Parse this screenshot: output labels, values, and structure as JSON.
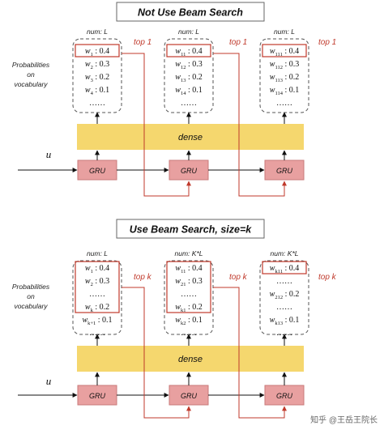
{
  "panels": [
    {
      "title": "Not Use Beam Search",
      "side_label": [
        "Probabilities",
        "on",
        "vocabulary"
      ],
      "input_label": "u",
      "dense_label": "dense",
      "gru_label": "GRU",
      "top_label": "top 1",
      "columns": [
        {
          "num": "num: L",
          "items": [
            {
              "w": "w",
              "sub": "1",
              "val": ": 0.4",
              "highlight": true
            },
            {
              "w": "w",
              "sub": "2",
              "val": ": 0.3",
              "highlight": false
            },
            {
              "w": "w",
              "sub": "3",
              "val": ": 0.2",
              "highlight": false
            },
            {
              "w": "w",
              "sub": "4",
              "val": ": 0.1",
              "highlight": false
            },
            {
              "w": "",
              "sub": "",
              "val": "……",
              "highlight": false
            }
          ]
        },
        {
          "num": "num: L",
          "items": [
            {
              "w": "w",
              "sub": "11",
              "val": ": 0.4",
              "highlight": true
            },
            {
              "w": "w",
              "sub": "12",
              "val": ": 0.3",
              "highlight": false
            },
            {
              "w": "w",
              "sub": "13",
              "val": ": 0.2",
              "highlight": false
            },
            {
              "w": "w",
              "sub": "14",
              "val": ": 0.1",
              "highlight": false
            },
            {
              "w": "",
              "sub": "",
              "val": "……",
              "highlight": false
            }
          ]
        },
        {
          "num": "num: L",
          "items": [
            {
              "w": "w",
              "sub": "111",
              "val": ": 0.4",
              "highlight": true
            },
            {
              "w": "w",
              "sub": "112",
              "val": ": 0.3",
              "highlight": false
            },
            {
              "w": "w",
              "sub": "113",
              "val": ": 0.2",
              "highlight": false
            },
            {
              "w": "w",
              "sub": "114",
              "val": ": 0.1",
              "highlight": false
            },
            {
              "w": "",
              "sub": "",
              "val": "……",
              "highlight": false
            }
          ]
        }
      ]
    },
    {
      "title": "Use Beam Search, size=k",
      "side_label": [
        "Probabilities",
        "on",
        "vocabulary"
      ],
      "input_label": "u",
      "dense_label": "dense",
      "gru_label": "GRU",
      "top_label": "top k",
      "columns": [
        {
          "num": "num: L",
          "items": [
            {
              "w": "w",
              "sub": "1",
              "val": ": 0.4",
              "highlight": true
            },
            {
              "w": "w",
              "sub": "2",
              "val": ": 0.3",
              "highlight": true
            },
            {
              "w": "",
              "sub": "",
              "val": "……",
              "highlight": true
            },
            {
              "w": "w",
              "sub": "k",
              "val": ": 0.2",
              "highlight": true
            },
            {
              "w": "w",
              "sub": "k+1",
              "val": ": 0.1",
              "highlight": false
            },
            {
              "w": "",
              "sub": "",
              "val": "……",
              "highlight": false
            }
          ]
        },
        {
          "num": "num: K*L",
          "items": [
            {
              "w": "w",
              "sub": "11",
              "val": ": 0.4",
              "highlight": true
            },
            {
              "w": "w",
              "sub": "21",
              "val": ": 0.3",
              "highlight": true
            },
            {
              "w": "",
              "sub": "",
              "val": "……",
              "highlight": true
            },
            {
              "w": "w",
              "sub": "k1",
              "val": ": 0.2",
              "highlight": true
            },
            {
              "w": "w",
              "sub": "k2",
              "val": ": 0.1",
              "highlight": false
            },
            {
              "w": "",
              "sub": "",
              "val": "……",
              "highlight": false
            }
          ]
        },
        {
          "num": "num: K*L",
          "items": [
            {
              "w": "w",
              "sub": "k11",
              "val": ": 0.4",
              "highlight": true
            },
            {
              "w": "",
              "sub": "",
              "val": "……",
              "highlight": false
            },
            {
              "w": "w",
              "sub": "212",
              "val": ": 0.2",
              "highlight": false
            },
            {
              "w": "",
              "sub": "",
              "val": "……",
              "highlight": false
            },
            {
              "w": "w",
              "sub": "k13",
              "val": ": 0.1",
              "highlight": false
            },
            {
              "w": "",
              "sub": "",
              "val": "……",
              "highlight": false
            }
          ]
        }
      ]
    }
  ],
  "watermark": "知乎 @王岳王院长",
  "colors": {
    "dense": "#f5d76e",
    "gru": "#e8a0a0",
    "gru_border": "#c97a7a",
    "highlight": "#c0392b",
    "arrow": "#111111",
    "red_line": "#c0392b"
  }
}
